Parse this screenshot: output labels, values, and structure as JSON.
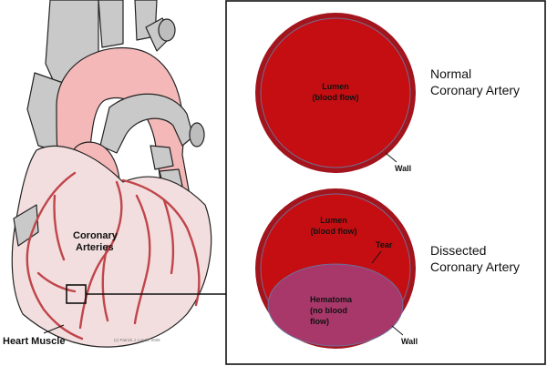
{
  "heart": {
    "label_arteries_line1": "Coronary",
    "label_arteries_line2": "Arteries",
    "label_muscle": "Heart Muscle",
    "credit": "(c) Patrick J. Lynch, 2006"
  },
  "normal": {
    "lumen_line1": "Lumen",
    "lumen_line2": "(blood flow)",
    "wall": "Wall",
    "title_line1": "Normal",
    "title_line2": "Coronary Artery"
  },
  "dissected": {
    "lumen_line1": "Lumen",
    "lumen_line2": "(blood flow)",
    "tear": "Tear",
    "hematoma_line1": "Hematoma",
    "hematoma_line2": "(no blood",
    "hematoma_line3": "flow)",
    "wall": "Wall",
    "title_line1": "Dissected",
    "title_line2": "Coronary Artery"
  },
  "colors": {
    "wall": "#a3141c",
    "lumen": "#c40e12",
    "hematoma": "#a8386a",
    "vessel_gray": "#c9c9c9",
    "aorta_pink": "#f4b8b8",
    "muscle_pink": "#f2dede",
    "coronary": "#c0454a",
    "outline": "#222222"
  }
}
